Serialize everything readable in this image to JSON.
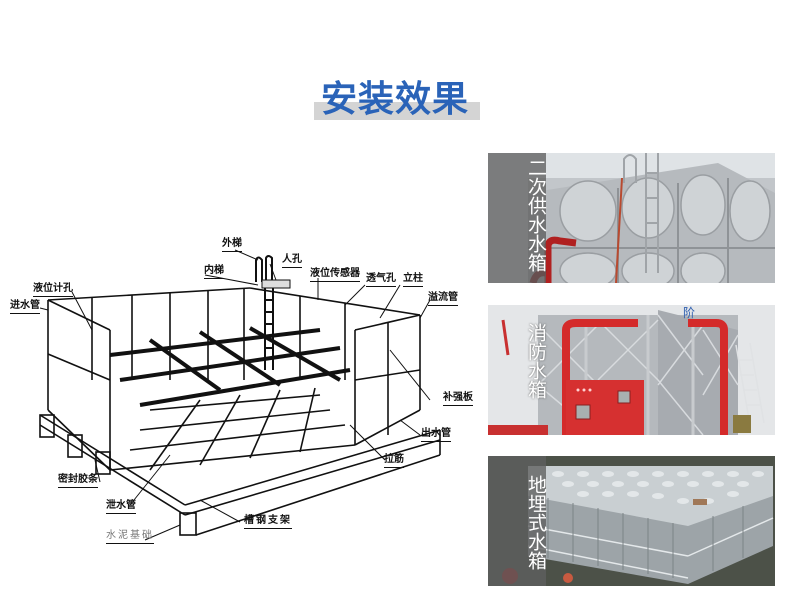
{
  "page": {
    "title": "安装效果",
    "title_color": "#2a63b8"
  },
  "diagram": {
    "labels": {
      "outer_ladder": "外梯",
      "inner_ladder": "内梯",
      "manhole": "人孔",
      "level_sensor": "液位传感器",
      "vent": "透气孔",
      "column": "立柱",
      "level_gauge_hole": "液位计孔",
      "inlet_pipe": "进水管",
      "overflow_pipe": "溢流管",
      "reinforcing_plate": "补强板",
      "outlet_pipe": "出水管",
      "tie_rod": "拉筋",
      "sealing_strip": "密封胶条",
      "drain_pipe": "泄水管",
      "channel_steel_support": "槽钢支架",
      "cement_foundation": "水泥基础"
    }
  },
  "photos": [
    {
      "label": "二次供水水箱",
      "scene": "secondary-water-supply-tank"
    },
    {
      "label": "消防水箱",
      "scene": "fire-water-tank"
    },
    {
      "label": "地埋式水箱",
      "scene": "underground-water-tank"
    }
  ],
  "colors": {
    "band_overlay": "#5f5f5f",
    "fire_red": "#d42a2a",
    "steel": "#b8bcc0"
  }
}
